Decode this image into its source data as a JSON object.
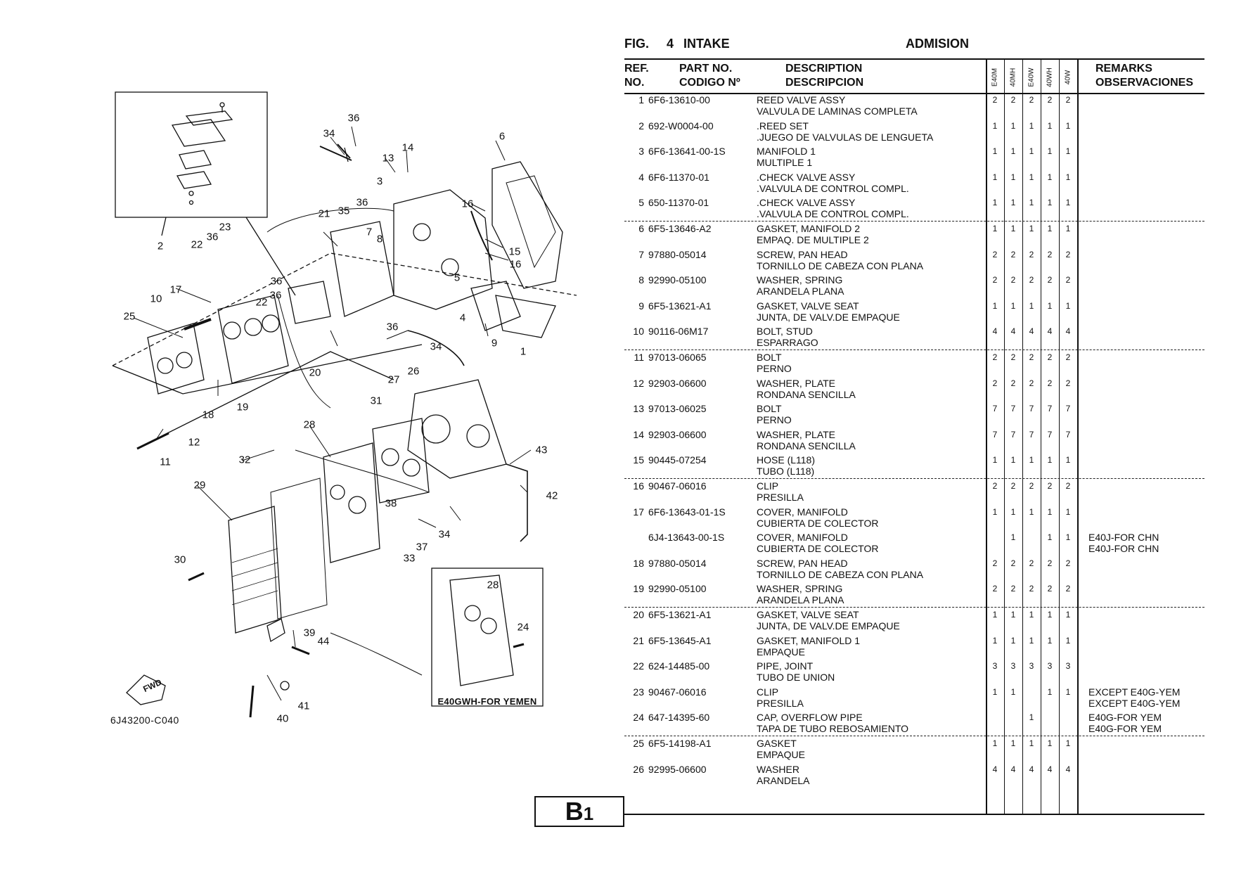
{
  "figure": {
    "label": "FIG.",
    "number": "4",
    "title_en": "INTAKE",
    "title_es": "ADMISION"
  },
  "columns": {
    "ref_en": "REF.",
    "ref_es": "NO.",
    "part_en": "PART NO.",
    "part_es": "CODIGO Nº",
    "desc_en": "DESCRIPTION",
    "desc_es": "DESCRIPCION",
    "models": [
      "E40M",
      "40MH",
      "E40W",
      "40WH",
      "40W"
    ],
    "remarks_en": "REMARKS",
    "remarks_es": "OBSERVACIONES"
  },
  "rows": [
    {
      "ref": "1",
      "part": "6F6-13610-00",
      "en": "REED VALVE ASSY",
      "es": "VALVULA DE LAMINAS COMPLETA",
      "q": [
        "2",
        "2",
        "2",
        "2",
        "2"
      ],
      "rem": [
        "",
        ""
      ]
    },
    {
      "ref": "2",
      "part": "692-W0004-00",
      "en": ".REED SET",
      "es": ".JUEGO DE VALVULAS DE LENGUETA",
      "q": [
        "1",
        "1",
        "1",
        "1",
        "1"
      ],
      "rem": [
        "",
        ""
      ]
    },
    {
      "ref": "3",
      "part": "6F6-13641-00-1S",
      "en": "MANIFOLD 1",
      "es": "MULTIPLE 1",
      "q": [
        "1",
        "1",
        "1",
        "1",
        "1"
      ],
      "rem": [
        "",
        ""
      ]
    },
    {
      "ref": "4",
      "part": "6F6-11370-01",
      "en": ".CHECK VALVE ASSY",
      "es": ".VALVULA DE CONTROL COMPL.",
      "q": [
        "1",
        "1",
        "1",
        "1",
        "1"
      ],
      "rem": [
        "",
        ""
      ]
    },
    {
      "ref": "5",
      "part": "650-11370-01",
      "en": ".CHECK VALVE ASSY",
      "es": ".VALVULA DE CONTROL COMPL.",
      "q": [
        "1",
        "1",
        "1",
        "1",
        "1"
      ],
      "rem": [
        "",
        ""
      ]
    },
    {
      "ref": "6",
      "part": "6F5-13646-A2",
      "en": "GASKET, MANIFOLD 2",
      "es": "EMPAQ. DE MULTIPLE 2",
      "q": [
        "1",
        "1",
        "1",
        "1",
        "1"
      ],
      "rem": [
        "",
        ""
      ]
    },
    {
      "ref": "7",
      "part": "97880-05014",
      "en": "SCREW, PAN HEAD",
      "es": "TORNILLO  DE CABEZA CON PLANA",
      "q": [
        "2",
        "2",
        "2",
        "2",
        "2"
      ],
      "rem": [
        "",
        ""
      ]
    },
    {
      "ref": "8",
      "part": "92990-05100",
      "en": "WASHER, SPRING",
      "es": "ARANDELA PLANA",
      "q": [
        "2",
        "2",
        "2",
        "2",
        "2"
      ],
      "rem": [
        "",
        ""
      ]
    },
    {
      "ref": "9",
      "part": "6F5-13621-A1",
      "en": "GASKET, VALVE SEAT",
      "es": "JUNTA, DE VALV.DE EMPAQUE",
      "q": [
        "1",
        "1",
        "1",
        "1",
        "1"
      ],
      "rem": [
        "",
        ""
      ]
    },
    {
      "ref": "10",
      "part": "90116-06M17",
      "en": "BOLT, STUD",
      "es": "ESPARRAGO",
      "q": [
        "4",
        "4",
        "4",
        "4",
        "4"
      ],
      "rem": [
        "",
        ""
      ]
    },
    {
      "ref": "11",
      "part": "97013-06065",
      "en": "BOLT",
      "es": "PERNO",
      "q": [
        "2",
        "2",
        "2",
        "2",
        "2"
      ],
      "rem": [
        "",
        ""
      ]
    },
    {
      "ref": "12",
      "part": "92903-06600",
      "en": "WASHER, PLATE",
      "es": "RONDANA  SENCILLA",
      "q": [
        "2",
        "2",
        "2",
        "2",
        "2"
      ],
      "rem": [
        "",
        ""
      ]
    },
    {
      "ref": "13",
      "part": "97013-06025",
      "en": "BOLT",
      "es": "PERNO",
      "q": [
        "7",
        "7",
        "7",
        "7",
        "7"
      ],
      "rem": [
        "",
        ""
      ]
    },
    {
      "ref": "14",
      "part": "92903-06600",
      "en": "WASHER, PLATE",
      "es": "RONDANA  SENCILLA",
      "q": [
        "7",
        "7",
        "7",
        "7",
        "7"
      ],
      "rem": [
        "",
        ""
      ]
    },
    {
      "ref": "15",
      "part": "90445-07254",
      "en": "HOSE (L118)",
      "es": "TUBO (L118)",
      "q": [
        "1",
        "1",
        "1",
        "1",
        "1"
      ],
      "rem": [
        "",
        ""
      ]
    },
    {
      "ref": "16",
      "part": "90467-06016",
      "en": "CLIP",
      "es": "PRESILLA",
      "q": [
        "2",
        "2",
        "2",
        "2",
        "2"
      ],
      "rem": [
        "",
        ""
      ]
    },
    {
      "ref": "17",
      "part": "6F6-13643-01-1S",
      "en": "COVER, MANIFOLD",
      "es": "CUBIERTA DE COLECTOR",
      "q": [
        "1",
        "1",
        "1",
        "1",
        "1"
      ],
      "rem": [
        "",
        ""
      ]
    },
    {
      "ref": "",
      "part": "6J4-13643-00-1S",
      "en": "COVER, MANIFOLD",
      "es": "CUBIERTA DE COLECTOR",
      "q": [
        "",
        "1",
        "",
        "1",
        "1"
      ],
      "rem": [
        "E40J-FOR CHN",
        "E40J-FOR CHN"
      ]
    },
    {
      "ref": "18",
      "part": "97880-05014",
      "en": "SCREW, PAN HEAD",
      "es": "TORNILLO  DE CABEZA CON PLANA",
      "q": [
        "2",
        "2",
        "2",
        "2",
        "2"
      ],
      "rem": [
        "",
        ""
      ]
    },
    {
      "ref": "19",
      "part": "92990-05100",
      "en": "WASHER, SPRING",
      "es": "ARANDELA PLANA",
      "q": [
        "2",
        "2",
        "2",
        "2",
        "2"
      ],
      "rem": [
        "",
        ""
      ]
    },
    {
      "ref": "20",
      "part": "6F5-13621-A1",
      "en": "GASKET, VALVE SEAT",
      "es": "JUNTA, DE VALV.DE EMPAQUE",
      "q": [
        "1",
        "1",
        "1",
        "1",
        "1"
      ],
      "rem": [
        "",
        ""
      ]
    },
    {
      "ref": "21",
      "part": "6F5-13645-A1",
      "en": "GASKET, MANIFOLD 1",
      "es": "EMPAQUE",
      "q": [
        "1",
        "1",
        "1",
        "1",
        "1"
      ],
      "rem": [
        "",
        ""
      ]
    },
    {
      "ref": "22",
      "part": "624-14485-00",
      "en": "PIPE, JOINT",
      "es": "TUBO  DE UNION",
      "q": [
        "3",
        "3",
        "3",
        "3",
        "3"
      ],
      "rem": [
        "",
        ""
      ]
    },
    {
      "ref": "23",
      "part": "90467-06016",
      "en": "CLIP",
      "es": "PRESILLA",
      "q": [
        "1",
        "1",
        "",
        "1",
        "1"
      ],
      "rem": [
        "EXCEPT E40G-YEM",
        "EXCEPT E40G-YEM"
      ]
    },
    {
      "ref": "24",
      "part": "647-14395-60",
      "en": "CAP, OVERFLOW PIPE",
      "es": "TAPA  DE TUBO REBOSAMIENTO",
      "q": [
        "",
        "",
        "1",
        "",
        ""
      ],
      "rem": [
        "E40G-FOR YEM",
        "E40G-FOR YEM"
      ]
    },
    {
      "ref": "25",
      "part": "6F5-14198-A1",
      "en": "GASKET",
      "es": "EMPAQUE",
      "q": [
        "1",
        "1",
        "1",
        "1",
        "1"
      ],
      "rem": [
        "",
        ""
      ]
    },
    {
      "ref": "26",
      "part": "92995-06600",
      "en": "WASHER",
      "es": "ARANDELA",
      "q": [
        "4",
        "4",
        "4",
        "4",
        "4"
      ],
      "rem": [
        "",
        ""
      ]
    }
  ],
  "diagram": {
    "code": "6J43200-C040",
    "inset_caption": "E40GWH-FOR YEMEN",
    "fwd": "FWD",
    "callouts": [
      "36",
      "34",
      "13",
      "14",
      "6",
      "3",
      "35",
      "36",
      "16",
      "21",
      "7",
      "8",
      "2",
      "22",
      "36",
      "23",
      "15",
      "16",
      "5",
      "17",
      "22",
      "36",
      "10",
      "25",
      "36",
      "4",
      "9",
      "1",
      "36",
      "34",
      "20",
      "27",
      "26",
      "31",
      "18",
      "19",
      "11",
      "12",
      "28",
      "43",
      "32",
      "42",
      "29",
      "38",
      "34",
      "37",
      "33",
      "30",
      "28",
      "24",
      "39",
      "44",
      "41",
      "40"
    ]
  },
  "page_code": {
    "main": "B",
    "sub": "1"
  }
}
